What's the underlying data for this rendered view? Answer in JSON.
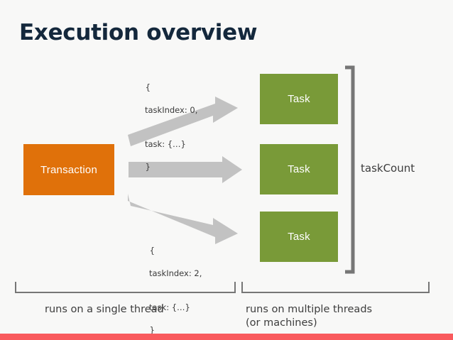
{
  "slide": {
    "title": "Execution overview",
    "background_color": "#f8f8f7",
    "title_color": "#14283c",
    "accent_bar_color": "#f95a5d"
  },
  "diagram": {
    "source_node": {
      "label": "Transaction",
      "color": "#e0710a",
      "text_color": "#ffffff"
    },
    "target_nodes": [
      {
        "label": "Task",
        "color": "#799a38",
        "text_color": "#ffffff"
      },
      {
        "label": "Task",
        "color": "#799a38",
        "text_color": "#ffffff"
      },
      {
        "label": "Task",
        "color": "#799a38",
        "text_color": "#ffffff"
      }
    ],
    "arrow_color": "#c2c2c2",
    "code_snippets": [
      {
        "open_brace": "{",
        "lines": [
          "taskIndex: 0,",
          "task: {…}"
        ],
        "close_brace": "}"
      },
      {
        "open_brace": "{",
        "lines": [
          "taskIndex: 2,",
          "task: {…}"
        ],
        "close_brace": "}"
      }
    ],
    "group_bracket": {
      "label": "taskCount",
      "color": "#767676"
    },
    "bottom_brackets": [
      {
        "label": "runs on a single thread",
        "color": "#767676"
      },
      {
        "label": "runs on multiple threads\n(or machines)",
        "color": "#767676"
      }
    ]
  }
}
